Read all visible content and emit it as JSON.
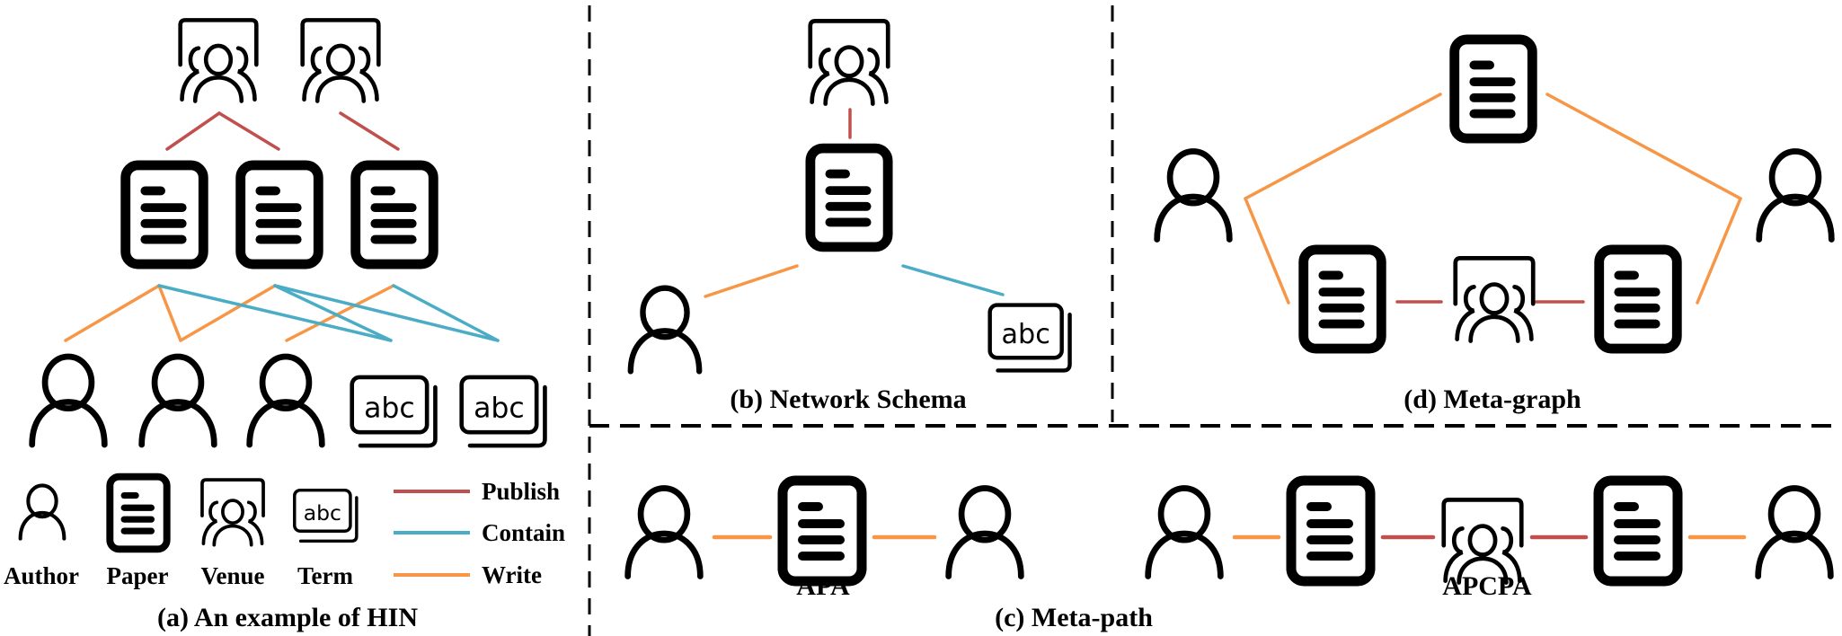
{
  "figure": {
    "colors": {
      "publish": "#c0504d",
      "contain": "#4bacc6",
      "write": "#f79646",
      "icon": "#000000",
      "separator": "#000000",
      "background": "#ffffff"
    },
    "node_types": {
      "A": {
        "name": "Author",
        "icon": "person-icon"
      },
      "P": {
        "name": "Paper",
        "icon": "document-icon"
      },
      "V": {
        "name": "Venue",
        "icon": "venue-group-icon"
      },
      "T": {
        "name": "Term",
        "icon": "abc-term-icon"
      }
    },
    "relations": {
      "publish": {
        "label": "Publish",
        "between": [
          "P",
          "V"
        ]
      },
      "contain": {
        "label": "Contain",
        "between": [
          "P",
          "T"
        ]
      },
      "write": {
        "label": "Write",
        "between": [
          "A",
          "P"
        ]
      }
    },
    "panels": {
      "a": {
        "caption": "(a) An example of HIN",
        "nodes": [
          {
            "id": "V1",
            "type": "V"
          },
          {
            "id": "V2",
            "type": "V"
          },
          {
            "id": "P1",
            "type": "P"
          },
          {
            "id": "P2",
            "type": "P"
          },
          {
            "id": "P3",
            "type": "P"
          },
          {
            "id": "A1",
            "type": "A"
          },
          {
            "id": "A2",
            "type": "A"
          },
          {
            "id": "A3",
            "type": "A"
          },
          {
            "id": "T1",
            "type": "T"
          },
          {
            "id": "T2",
            "type": "T"
          }
        ],
        "edges": [
          {
            "from": "V1",
            "to": "P1",
            "rel": "publish"
          },
          {
            "from": "V1",
            "to": "P2",
            "rel": "publish"
          },
          {
            "from": "V2",
            "to": "P3",
            "rel": "publish"
          },
          {
            "from": "P1",
            "to": "A1",
            "rel": "write"
          },
          {
            "from": "P1",
            "to": "A2",
            "rel": "write"
          },
          {
            "from": "P2",
            "to": "A2",
            "rel": "write"
          },
          {
            "from": "P3",
            "to": "A3",
            "rel": "write"
          },
          {
            "from": "P1",
            "to": "T1",
            "rel": "contain"
          },
          {
            "from": "P2",
            "to": "T1",
            "rel": "contain"
          },
          {
            "from": "P2",
            "to": "T2",
            "rel": "contain"
          },
          {
            "from": "P3",
            "to": "T2",
            "rel": "contain"
          }
        ],
        "legend": {
          "node_labels": [
            "Author",
            "Paper",
            "Venue",
            "Term"
          ],
          "edge_labels": [
            "Publish",
            "Contain",
            "Write"
          ]
        }
      },
      "b": {
        "caption": "(b) Network Schema",
        "nodes": [
          {
            "id": "V",
            "type": "V"
          },
          {
            "id": "P",
            "type": "P"
          },
          {
            "id": "A",
            "type": "A"
          },
          {
            "id": "T",
            "type": "T"
          }
        ],
        "edges": [
          {
            "from": "V",
            "to": "P",
            "rel": "publish"
          },
          {
            "from": "P",
            "to": "A",
            "rel": "write"
          },
          {
            "from": "P",
            "to": "T",
            "rel": "contain"
          }
        ]
      },
      "c": {
        "caption": "(c) Meta-path",
        "paths": [
          {
            "label": "APA",
            "sequence": [
              "A",
              "P",
              "A"
            ],
            "rels": [
              "write",
              "write"
            ]
          },
          {
            "label": "APCPA",
            "sequence": [
              "A",
              "P",
              "V",
              "P",
              "A"
            ],
            "rels": [
              "write",
              "publish",
              "publish",
              "write"
            ]
          }
        ]
      },
      "d": {
        "caption": "(d) Meta-graph",
        "nodes": [
          {
            "id": "A1",
            "type": "A"
          },
          {
            "id": "P_top",
            "type": "P"
          },
          {
            "id": "A2",
            "type": "A"
          },
          {
            "id": "P_left",
            "type": "P"
          },
          {
            "id": "V",
            "type": "V"
          },
          {
            "id": "P_right",
            "type": "P"
          }
        ],
        "edges": [
          {
            "from": "A1",
            "to": "P_top",
            "rel": "write"
          },
          {
            "from": "P_top",
            "to": "A2",
            "rel": "write"
          },
          {
            "from": "A1",
            "to": "P_left",
            "rel": "write"
          },
          {
            "from": "P_left",
            "to": "V",
            "rel": "publish"
          },
          {
            "from": "V",
            "to": "P_right",
            "rel": "publish"
          },
          {
            "from": "P_right",
            "to": "A2",
            "rel": "write"
          }
        ]
      }
    }
  }
}
